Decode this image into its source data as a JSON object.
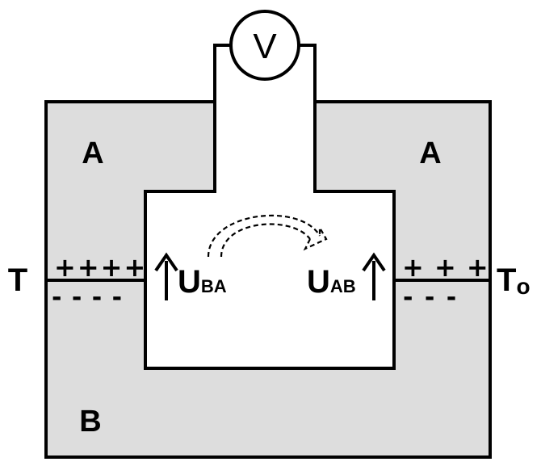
{
  "labels": {
    "metal_a_left": "A",
    "metal_a_right": "A",
    "metal_b": "B",
    "hot_junction": "T",
    "cold_junction": "To",
    "cold_junction_main": "T",
    "cold_junction_sub": "o",
    "voltmeter": "V",
    "u_ba_main": "U",
    "u_ba_sub": "BA",
    "u_ab_main": "U",
    "u_ab_sub": "AB"
  },
  "charges": {
    "left_positive": "++++",
    "left_negative": "- - - -",
    "right_positive": "+ + +",
    "right_negative": "- - -"
  },
  "colors": {
    "fill": "#dddddd",
    "stroke": "#000000",
    "background": "#ffffff"
  }
}
